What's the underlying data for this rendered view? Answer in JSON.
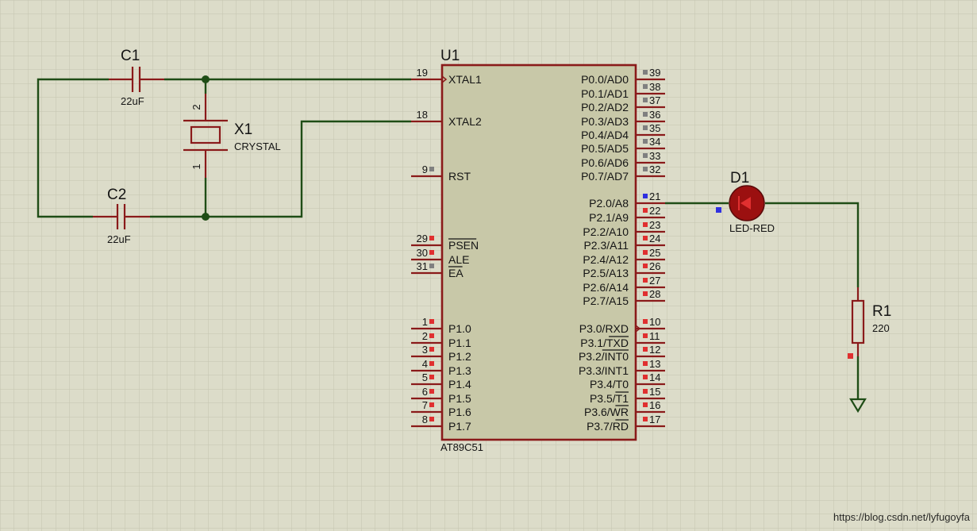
{
  "ic": {
    "ref": "U1",
    "part": "AT89C51",
    "left_pins": [
      {
        "num": "19",
        "name": "XTAL1",
        "marker": "none"
      },
      {
        "num": "18",
        "name": "XTAL2",
        "marker": "none"
      },
      {
        "num": "9",
        "name": "RST",
        "marker": "gray"
      },
      {
        "num": "29",
        "name": "PSEN",
        "marker": "red",
        "overbar": true
      },
      {
        "num": "30",
        "name": "ALE",
        "marker": "red",
        "overbar": false
      },
      {
        "num": "31",
        "name": "EA",
        "marker": "gray",
        "overbar": true
      },
      {
        "num": "1",
        "name": "P1.0",
        "marker": "red"
      },
      {
        "num": "2",
        "name": "P1.1",
        "marker": "red"
      },
      {
        "num": "3",
        "name": "P1.2",
        "marker": "red"
      },
      {
        "num": "4",
        "name": "P1.3",
        "marker": "red"
      },
      {
        "num": "5",
        "name": "P1.4",
        "marker": "red"
      },
      {
        "num": "6",
        "name": "P1.5",
        "marker": "red"
      },
      {
        "num": "7",
        "name": "P1.6",
        "marker": "red"
      },
      {
        "num": "8",
        "name": "P1.7",
        "marker": "red"
      }
    ],
    "right_pins": [
      {
        "num": "39",
        "name": "P0.0/AD0",
        "marker": "gray"
      },
      {
        "num": "38",
        "name": "P0.1/AD1",
        "marker": "gray"
      },
      {
        "num": "37",
        "name": "P0.2/AD2",
        "marker": "gray"
      },
      {
        "num": "36",
        "name": "P0.3/AD3",
        "marker": "gray"
      },
      {
        "num": "35",
        "name": "P0.4/AD4",
        "marker": "gray"
      },
      {
        "num": "34",
        "name": "P0.5/AD5",
        "marker": "gray"
      },
      {
        "num": "33",
        "name": "P0.6/AD6",
        "marker": "gray"
      },
      {
        "num": "32",
        "name": "P0.7/AD7",
        "marker": "gray"
      },
      {
        "num": "21",
        "name": "P2.0/A8",
        "marker": "blue"
      },
      {
        "num": "22",
        "name": "P2.1/A9",
        "marker": "red"
      },
      {
        "num": "23",
        "name": "P2.2/A10",
        "marker": "red"
      },
      {
        "num": "24",
        "name": "P2.3/A11",
        "marker": "red"
      },
      {
        "num": "25",
        "name": "P2.4/A12",
        "marker": "red"
      },
      {
        "num": "26",
        "name": "P2.5/A13",
        "marker": "red"
      },
      {
        "num": "27",
        "name": "P2.6/A14",
        "marker": "red"
      },
      {
        "num": "28",
        "name": "P2.7/A15",
        "marker": "red"
      },
      {
        "num": "10",
        "name": "P3.0/RXD",
        "marker": "red"
      },
      {
        "num": "11",
        "name": "P3.1/TXD",
        "marker": "red",
        "prefix": "P3.1/",
        "over": "TXD"
      },
      {
        "num": "12",
        "name": "P3.2/INT0",
        "marker": "red",
        "prefix": "P3.2/",
        "over": "INT0"
      },
      {
        "num": "13",
        "name": "P3.3/INT1",
        "marker": "red"
      },
      {
        "num": "14",
        "name": "P3.4/T0",
        "marker": "red"
      },
      {
        "num": "15",
        "name": "P3.5/T1",
        "marker": "red",
        "prefix": "P3.5/",
        "over": "T1"
      },
      {
        "num": "16",
        "name": "P3.6/WR",
        "marker": "red",
        "prefix": "P3.6/",
        "over": "WR"
      },
      {
        "num": "17",
        "name": "P3.7/RD",
        "marker": "red",
        "prefix": "P3.7/",
        "over": "RD"
      }
    ]
  },
  "components": {
    "c1": {
      "ref": "C1",
      "value": "22uF"
    },
    "c2": {
      "ref": "C2",
      "value": "22uF"
    },
    "x1": {
      "ref": "X1",
      "value": "CRYSTAL",
      "pin_top": "2",
      "pin_bottom": "1"
    },
    "d1": {
      "ref": "D1",
      "value": "LED-RED"
    },
    "r1": {
      "ref": "R1",
      "value": "220"
    }
  },
  "colors": {
    "background": "#dcdcc9",
    "grid": "#c4c4b0",
    "wire": "#1f4d16",
    "component_outline": "#8a1a1a",
    "chip_fill": "#c8c8a8",
    "led_fill": "#9b1010",
    "pin_marker_red": "#e03030",
    "pin_marker_gray": "#808080",
    "pin_marker_blue": "#3030e0"
  },
  "watermark": "https://blog.csdn.net/lyfugoyfa"
}
